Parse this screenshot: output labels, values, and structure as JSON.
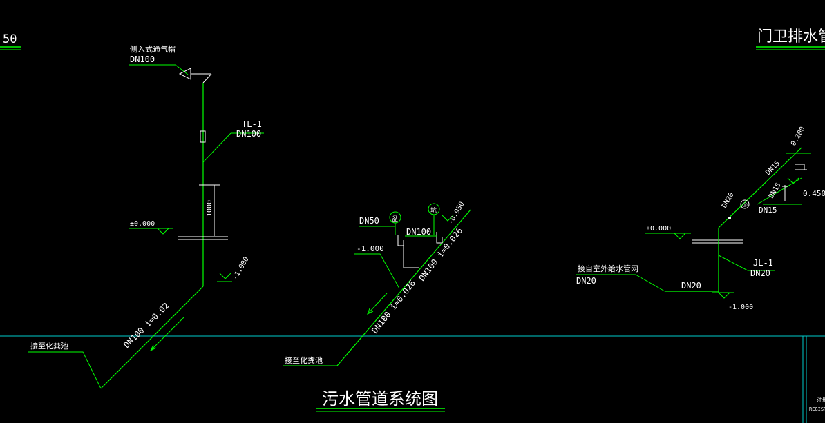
{
  "colors": {
    "background": "#000000",
    "pipe_green": "#00ff00",
    "frame_cyan": "#00cccc",
    "text": "#ffffff",
    "dim": "#ff8080"
  },
  "header": {
    "left_scale": "50",
    "right_title": "门卫排水管"
  },
  "drainage": {
    "vent_cap_label": "侧入式通气帽",
    "vent_cap_size": "DN100",
    "riser_name": "TL-1",
    "riser_size": "DN100",
    "floor_level": "±0.000",
    "dim_height": "1000",
    "outlet_level": "-1.000",
    "main_pipe": "DN100  i=0.02",
    "to_tank": "接至化粪池"
  },
  "sewage": {
    "sink_size": "DN50",
    "sink_symbol": "盆",
    "toilet_size": "DN100",
    "toilet_symbol": "坑",
    "level_top": "-0.950",
    "level_bottom": "-1.000",
    "pipe_upper": "DN100  i=0.026",
    "pipe_lower": "DN100  i=0.026",
    "to_tank": "接至化粪池"
  },
  "water_supply": {
    "floor_level": "±0.000",
    "from_network": "接自室外给水管网",
    "from_size": "DN20",
    "horizontal": "DN20",
    "riser_name": "JL-1",
    "riser_size": "DN20",
    "bottom_level": "-1.000",
    "branch_size": "DN20",
    "meter_symbol": "①",
    "upper_level": "0.200",
    "upper_size": "DN15",
    "mid_size": "DN15",
    "right_level": "0.450",
    "lower_size": "DN15"
  },
  "footer": {
    "drawing_title": "污水管道系统图",
    "stamp_line1": "注册",
    "stamp_line2": "REGIST"
  }
}
